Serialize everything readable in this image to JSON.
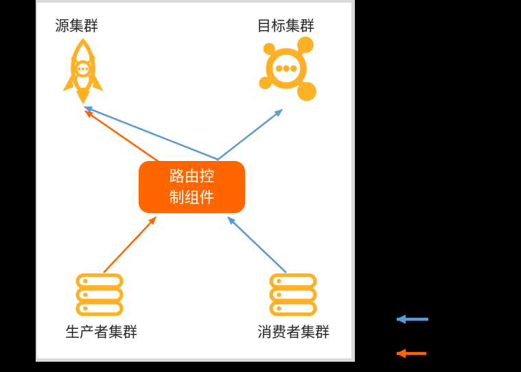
{
  "diagram": {
    "nodes": {
      "source": {
        "label": "源集群",
        "icon": "rocket-icon"
      },
      "target": {
        "label": "目标集群",
        "icon": "molecule-cluster-icon"
      },
      "router": {
        "label": "路由控制组件",
        "line1": "路由控",
        "line2": "制组件"
      },
      "producer": {
        "label": "生产者集群",
        "icon": "database-stack-icon"
      },
      "consumer": {
        "label": "消费者集群",
        "icon": "database-stack-icon"
      }
    },
    "edges": [
      {
        "from": "路由控制组件",
        "to": "源集群",
        "color": "#5B9BD5"
      },
      {
        "from": "路由控制组件",
        "to": "源集群",
        "color": "#FF6600"
      },
      {
        "from": "路由控制组件",
        "to": "目标集群",
        "color": "#5B9BD5"
      },
      {
        "from": "生产者集群",
        "to": "路由控制组件",
        "color": "#FF6600"
      },
      {
        "from": "消费者集群",
        "to": "路由控制组件",
        "color": "#5B9BD5"
      }
    ],
    "legend": [
      {
        "name": "blue-left-arrow",
        "color": "#5B9BD5"
      },
      {
        "name": "orange-left-arrow",
        "color": "#FF6600"
      }
    ],
    "colors": {
      "background": "#000000",
      "panel_background": "#FFFFFF",
      "panel_border": "#D9D9D9",
      "icon_orange": "#FFB125",
      "router_box": "#FF6600",
      "router_text": "#FFFFFF",
      "arrow_blue": "#5B9BD5",
      "arrow_orange": "#FF6600",
      "label_text": "#262626"
    }
  }
}
